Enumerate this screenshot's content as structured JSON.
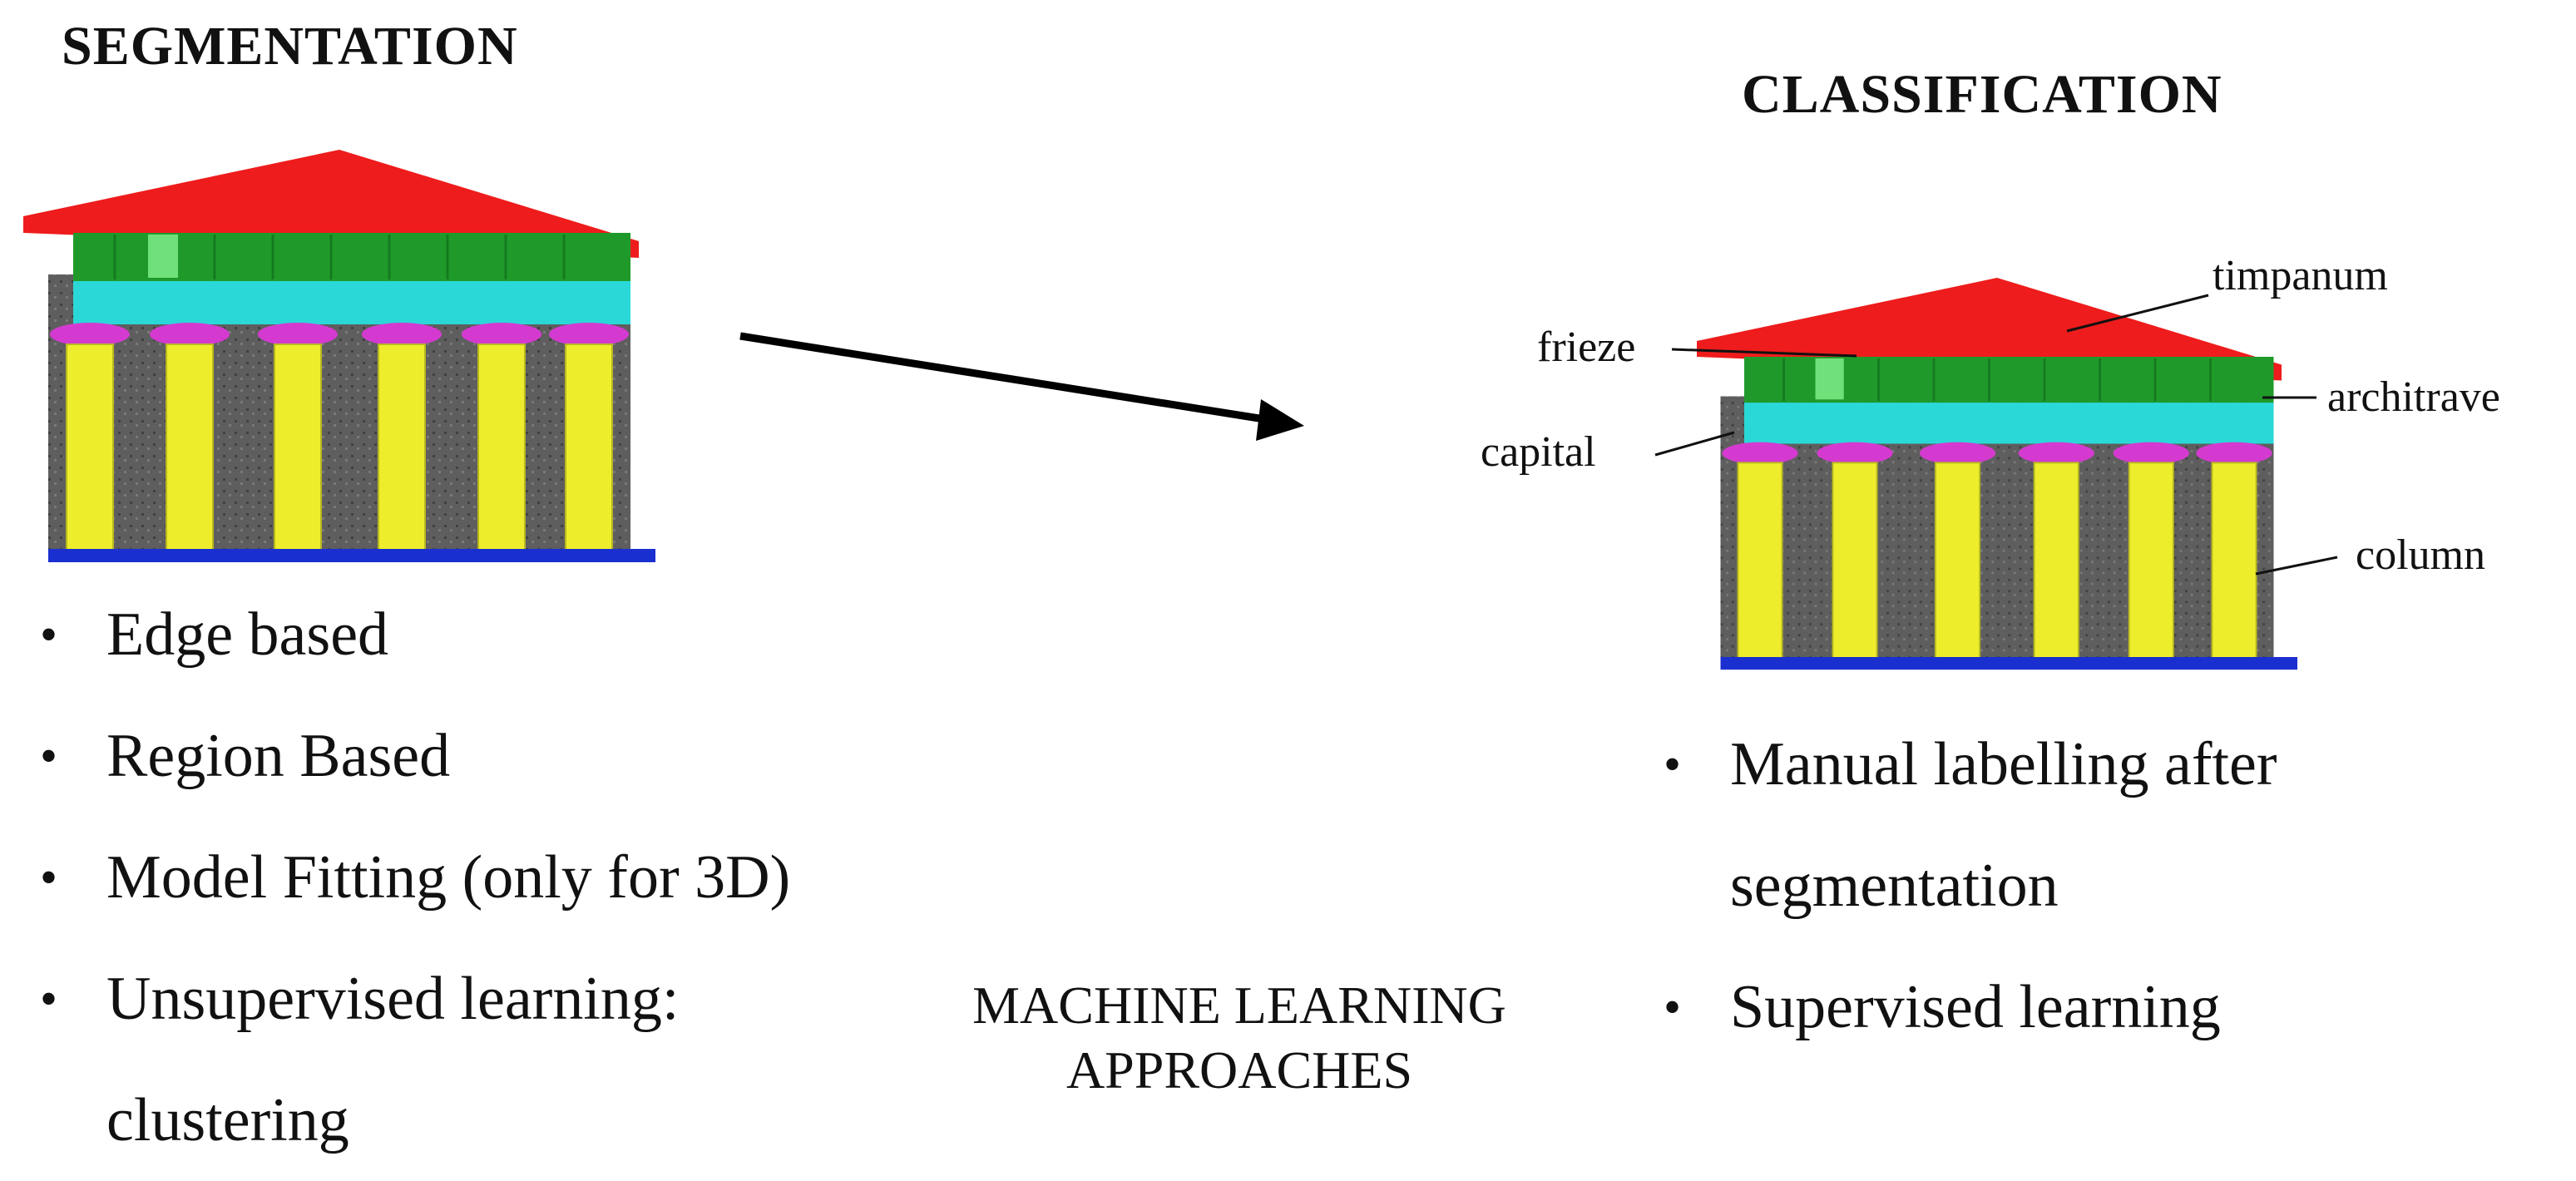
{
  "segmentation": {
    "title": "SEGMENTATION",
    "methods": [
      "Edge based",
      "Region Based",
      "Model Fitting (only for 3D)",
      "Unsupervised learning:",
      "clustering"
    ]
  },
  "classification": {
    "title": "CLASSIFICATION",
    "methods": [
      "Manual labelling after",
      "segmentation",
      "Supervised learning"
    ],
    "part_labels": {
      "timpanum": "timpanum",
      "frieze": "frieze",
      "architrave": "architrave",
      "capital": "capital",
      "column": "column"
    }
  },
  "center_label": {
    "line1": "MACHINE LEARNING",
    "line2": "APPROACHES"
  },
  "part_colors": {
    "timpanum": "#ee1c1c",
    "frieze": "#1f9a2a",
    "architrave": "#2ad8d8",
    "capital": "#d43ad0",
    "column": "#eded2c",
    "base": "#1a2fd0",
    "wall": "#6b6b6b"
  }
}
